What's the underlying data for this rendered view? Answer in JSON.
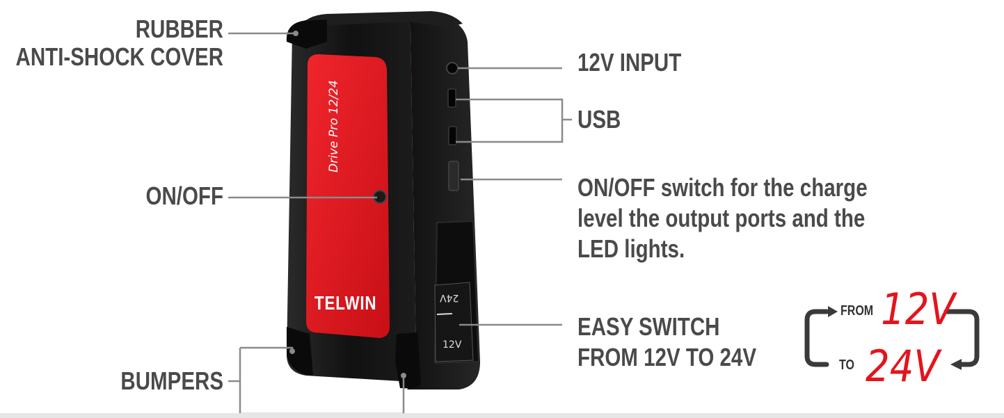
{
  "labels": {
    "rubber_cover": [
      "RUBBER",
      "ANTI-SHOCK COVER"
    ],
    "on_off": "ON/OFF",
    "bumpers": "BUMPERS",
    "input_12v": "12V INPUT",
    "usb": "USB",
    "switch_desc": [
      "ON/OFF switch for the charge",
      "level the output ports and the",
      "LED lights."
    ],
    "easy_switch": [
      "EASY SWITCH",
      "FROM 12V  TO 24V"
    ]
  },
  "device": {
    "model_text": "Drive Pro 12/24",
    "brand": "TELWIN",
    "selector_top": "24V",
    "selector_bottom": "12V"
  },
  "switch_graphic": {
    "from_word": "FROM",
    "from_value": "12V",
    "to_word": "TO",
    "to_value": "24V"
  },
  "colors": {
    "label_text": "#4a4a4a",
    "leader_line": "#8a8a8a",
    "device_body": "#151515",
    "device_panel": "#e3141d",
    "voltage_accent": "#e3141d"
  }
}
